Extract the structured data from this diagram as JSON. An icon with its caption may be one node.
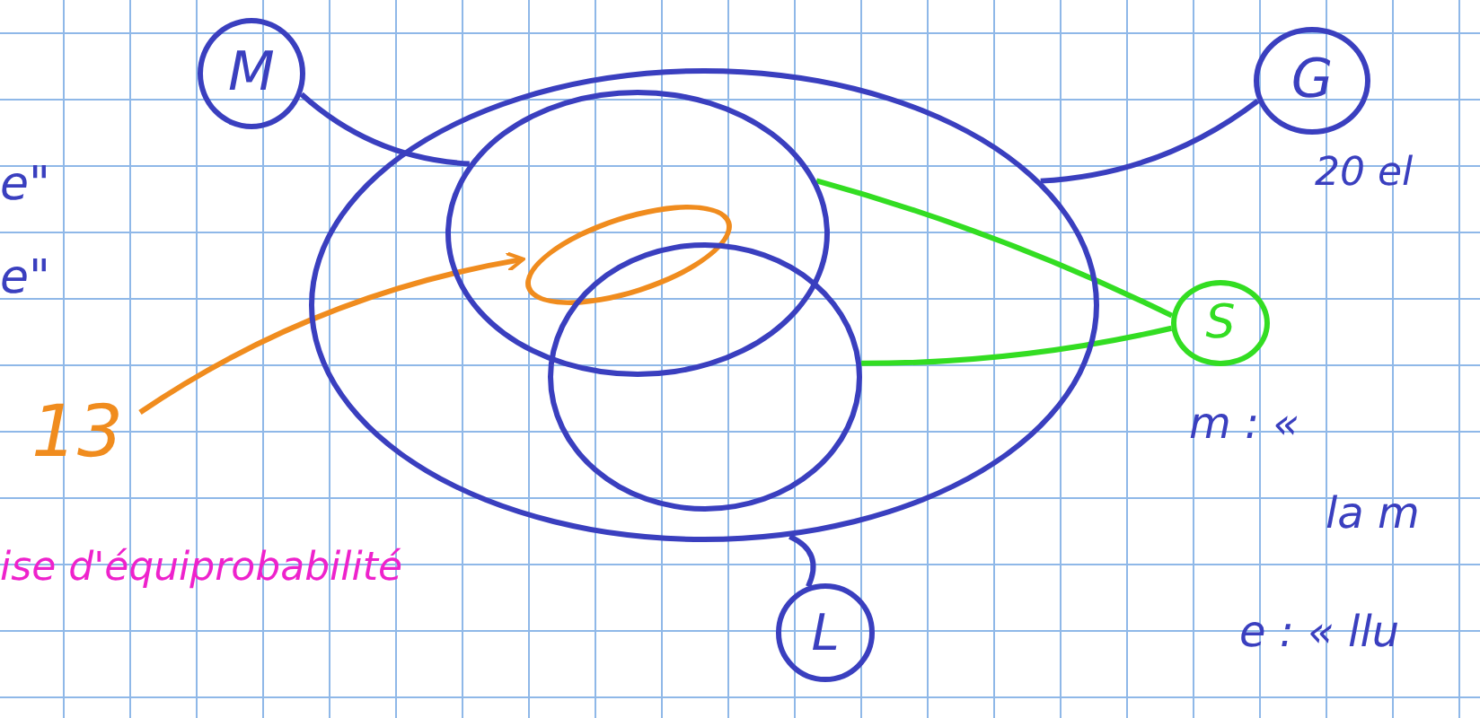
{
  "diagram": {
    "nodes": [
      {
        "text": [],
        "shape": "ellipse"
      },
      {
        "text": [],
        "shape": "ellipse",
        "in": 0
      },
      {
        "text": [],
        "shape": "ellipse",
        "in": 0
      },
      {
        "text": [],
        "shape": "ellipse",
        "in": 1
      },
      {
        "text": [
          "M"
        ]
      },
      {
        "text": [
          "G"
        ]
      },
      {
        "text": [
          "S"
        ]
      },
      {
        "text": [
          "L"
        ]
      },
      {
        "text": [
          "13"
        ]
      }
    ],
    "edges": [
      {
        "from": 4,
        "to": 1,
        "arrow": "none"
      },
      {
        "from": 5,
        "to": 0,
        "arrow": "none"
      },
      {
        "from": 6,
        "to": 1,
        "arrow": "none",
        "color": "#33dd22"
      },
      {
        "from": 6,
        "to": 2,
        "arrow": "none",
        "color": "#33dd22"
      },
      {
        "from": 7,
        "to": 0,
        "arrow": "none"
      },
      {
        "from": 8,
        "to": 3,
        "arrow": "to",
        "color": "#f08c1e"
      }
    ],
    "labels": [
      "e\"",
      "e\"",
      "20 el",
      "m : «",
      "la m",
      "e : « llu",
      "ise d'équiprobabilité"
    ]
  }
}
